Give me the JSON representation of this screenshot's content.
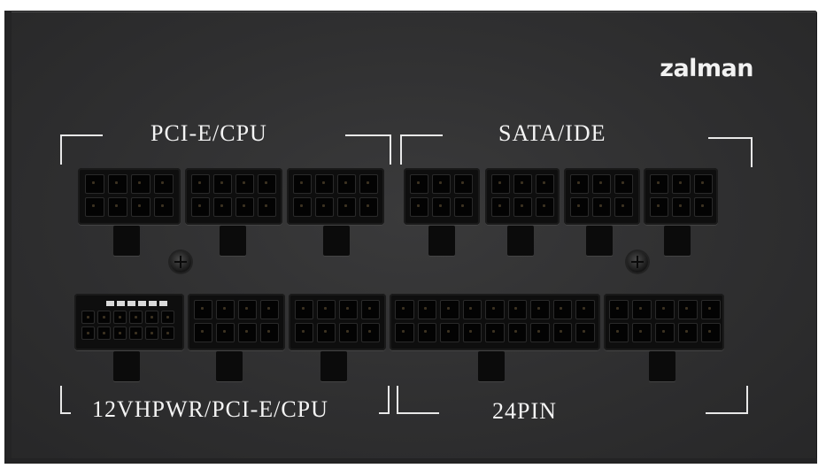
{
  "brand": {
    "logo_text": "zalman"
  },
  "labels": {
    "top_left": "PCI-E/CPU",
    "top_right": "SATA/IDE",
    "bottom_left": "12VHPWR/PCI-E/CPU",
    "bottom_right": "24PIN"
  },
  "colors": {
    "panel": "#2f2f30",
    "connector": "#0e0e0e",
    "text": "#f4f4f4"
  }
}
